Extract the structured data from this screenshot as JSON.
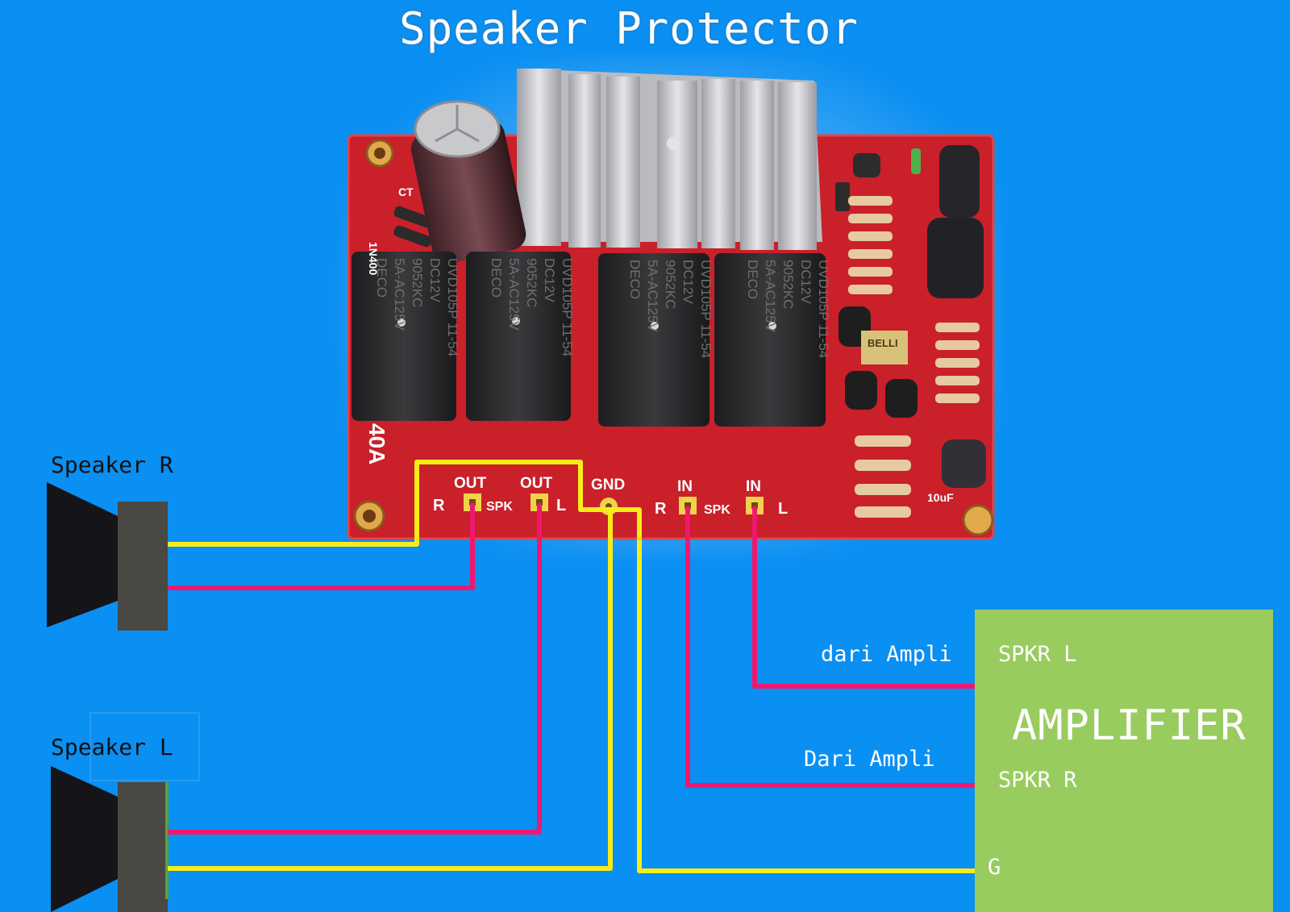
{
  "title": "Speaker Protector",
  "speakers": {
    "right_label": "Speaker R",
    "left_label": "Speaker L"
  },
  "board": {
    "pin_labels": {
      "out_r_top": "OUT",
      "out_l_top": "OUT",
      "gnd": "GND",
      "in_r_top": "IN",
      "in_l_top": "IN",
      "r1": "R",
      "spk1": "SPK",
      "l1": "L",
      "r2": "R",
      "spk2": "SPK",
      "l2": "L"
    },
    "side_text_top": "1N400",
    "side_text_ct": "CT",
    "side_text_40a": "40A",
    "cap_label_10uf": "10uF",
    "relay_lines": [
      "UVD105P 11-54",
      "DC12V",
      "9052KC",
      "5A-AC125V",
      "DECO"
    ],
    "belli_text": "BELLI"
  },
  "amplifier": {
    "title": "AMPLIFIER",
    "spkr_l": "SPKR L",
    "spkr_r": "SPKR R",
    "ground": "G",
    "from_l": "dari Ampli",
    "from_r": "Dari Ampli"
  },
  "colors": {
    "background": "#0a8ff2",
    "positive_wire": "#f0186e",
    "ground_wire": "#f7ec1a",
    "pcb": "#c9202a",
    "amplifier_box": "#99cc5e",
    "relay": "#2a2a2c",
    "heatsink": "#c8c8cc"
  }
}
